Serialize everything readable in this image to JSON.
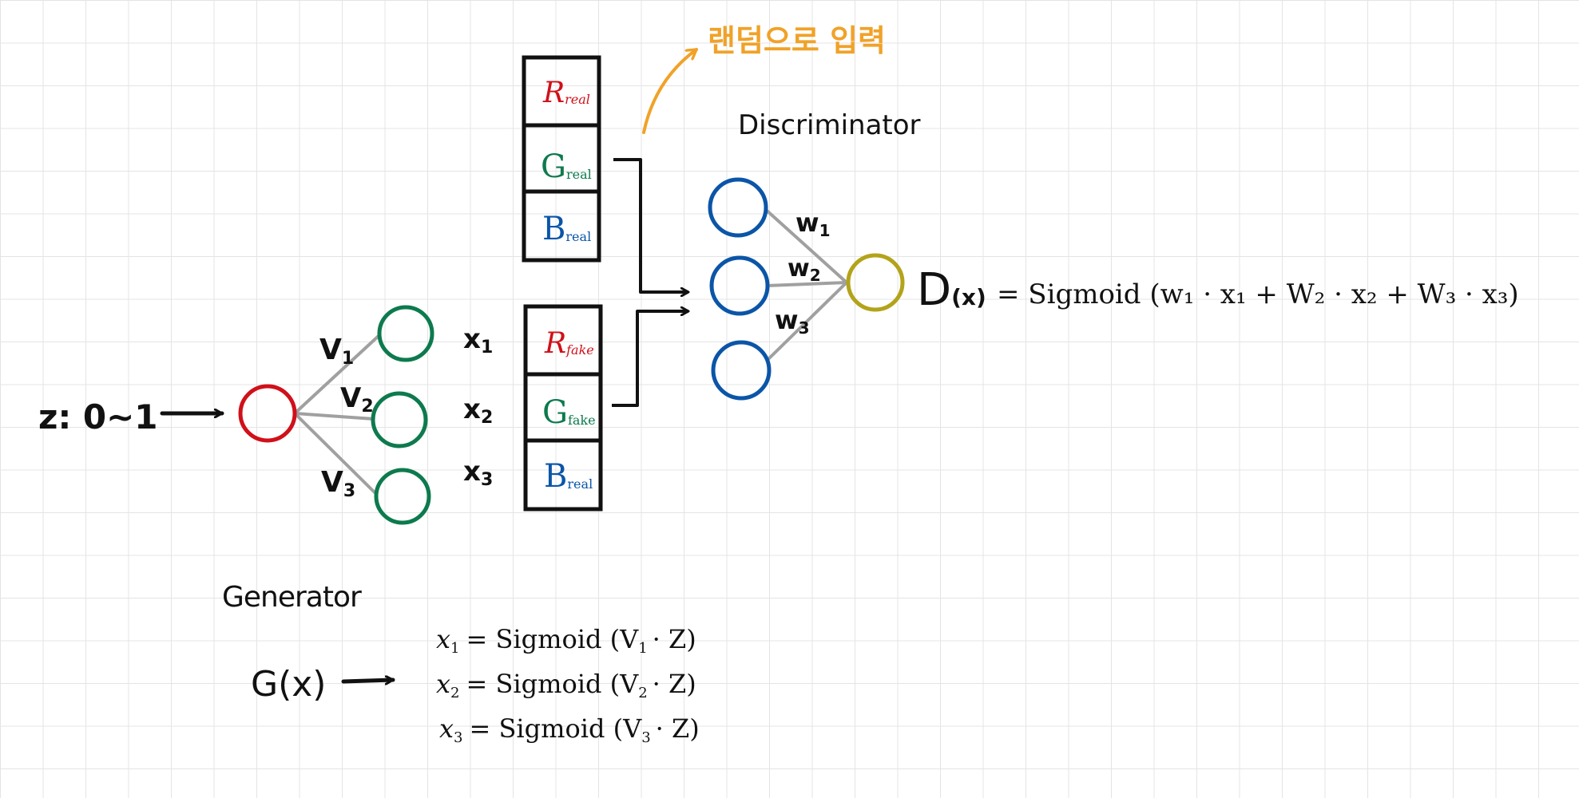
{
  "colors": {
    "red": "#d0101a",
    "green": "#0d7a4e",
    "blue": "#0b55a8",
    "olive": "#b3a31a",
    "orange": "#f0a228",
    "gray": "#a0a0a0",
    "ink": "#111111"
  },
  "input_label": "z: 0~1",
  "generator": {
    "title": "Generator",
    "weights": [
      "V",
      "V",
      "V"
    ],
    "weight_subs": [
      "1",
      "2",
      "3"
    ],
    "outputs": [
      "x",
      "x",
      "x"
    ],
    "output_subs": [
      "1",
      "2",
      "3"
    ],
    "func_label": "G(x)",
    "equations": [
      {
        "lhs": "x",
        "sub": "1",
        "rhs_pre": "= Sigmoid (V",
        "rhs_sub": "1",
        "rhs_post": "· Z)"
      },
      {
        "lhs": "x",
        "sub": "2",
        "rhs_pre": "= Sigmoid (V",
        "rhs_sub": "2",
        "rhs_post": "· Z)"
      },
      {
        "lhs": "x",
        "sub": "3",
        "rhs_pre": "= Sigmoid (V",
        "rhs_sub": "3",
        "rhs_post": "· Z)"
      }
    ]
  },
  "real_stack": [
    {
      "letter": "R",
      "sub": "real"
    },
    {
      "letter": "G",
      "sub": "real"
    },
    {
      "letter": "B",
      "sub": "real"
    }
  ],
  "fake_stack": [
    {
      "letter": "R",
      "sub": "fake"
    },
    {
      "letter": "G",
      "sub": "fake"
    },
    {
      "letter": "B",
      "sub": "real"
    }
  ],
  "random_note": "랜덤으로 입력",
  "discriminator": {
    "title": "Discriminator",
    "weights": [
      "w",
      "w",
      "w"
    ],
    "weight_subs": [
      "1",
      "2",
      "3"
    ],
    "func_label": "D",
    "func_arg": "(x)",
    "equation": "= Sigmoid (w₁ · x₁ + W₂ · x₂ + W₃ · x₃)"
  }
}
